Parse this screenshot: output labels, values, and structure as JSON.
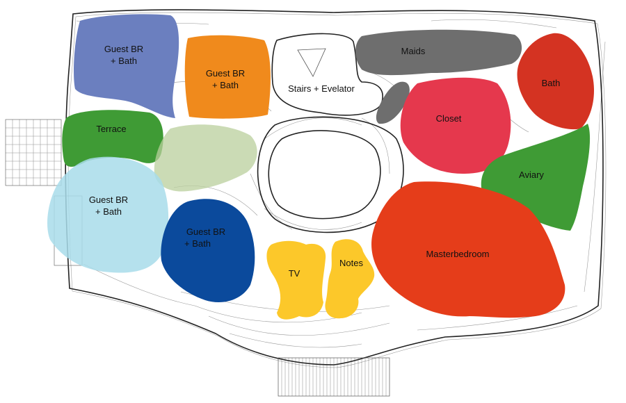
{
  "rooms": [
    {
      "id": "guest1",
      "lines": [
        "Guest BR",
        "+ Bath"
      ],
      "color": "#6b7fbf"
    },
    {
      "id": "guest2",
      "lines": [
        "Guest BR",
        "+ Bath"
      ],
      "color": "#f08a1c"
    },
    {
      "id": "stairs",
      "lines": [
        "Stairs + Evelator"
      ],
      "color": "none"
    },
    {
      "id": "maids",
      "lines": [
        "Maids"
      ],
      "color": "#6e6e6e"
    },
    {
      "id": "bath",
      "lines": [
        "Bath"
      ],
      "color": "#d43322"
    },
    {
      "id": "closet",
      "lines": [
        "Closet"
      ],
      "color": "#e5384d"
    },
    {
      "id": "terrace",
      "lines": [
        "Terrace"
      ],
      "color": "#3f9b35"
    },
    {
      "id": "aviary",
      "lines": [
        "Aviary"
      ],
      "color": "#3f9b35"
    },
    {
      "id": "guest3",
      "lines": [
        "Guest BR",
        "+ Bath"
      ],
      "color": "#a8dcea"
    },
    {
      "id": "guest4",
      "lines": [
        "Guest BR",
        "+ Bath"
      ],
      "color": "#0b4a9c"
    },
    {
      "id": "tv",
      "lines": [
        "TV"
      ],
      "color": "#fcc82a"
    },
    {
      "id": "notes",
      "lines": [
        "Notes"
      ],
      "color": "#fcc82a"
    },
    {
      "id": "master",
      "lines": [
        "Masterbedroom"
      ],
      "color": "#e53d1a"
    }
  ],
  "unlabeled_zones": [
    {
      "id": "green-zone",
      "color": "#b9cf9c"
    },
    {
      "id": "grey-strip",
      "color": "#6e6e6e"
    }
  ]
}
